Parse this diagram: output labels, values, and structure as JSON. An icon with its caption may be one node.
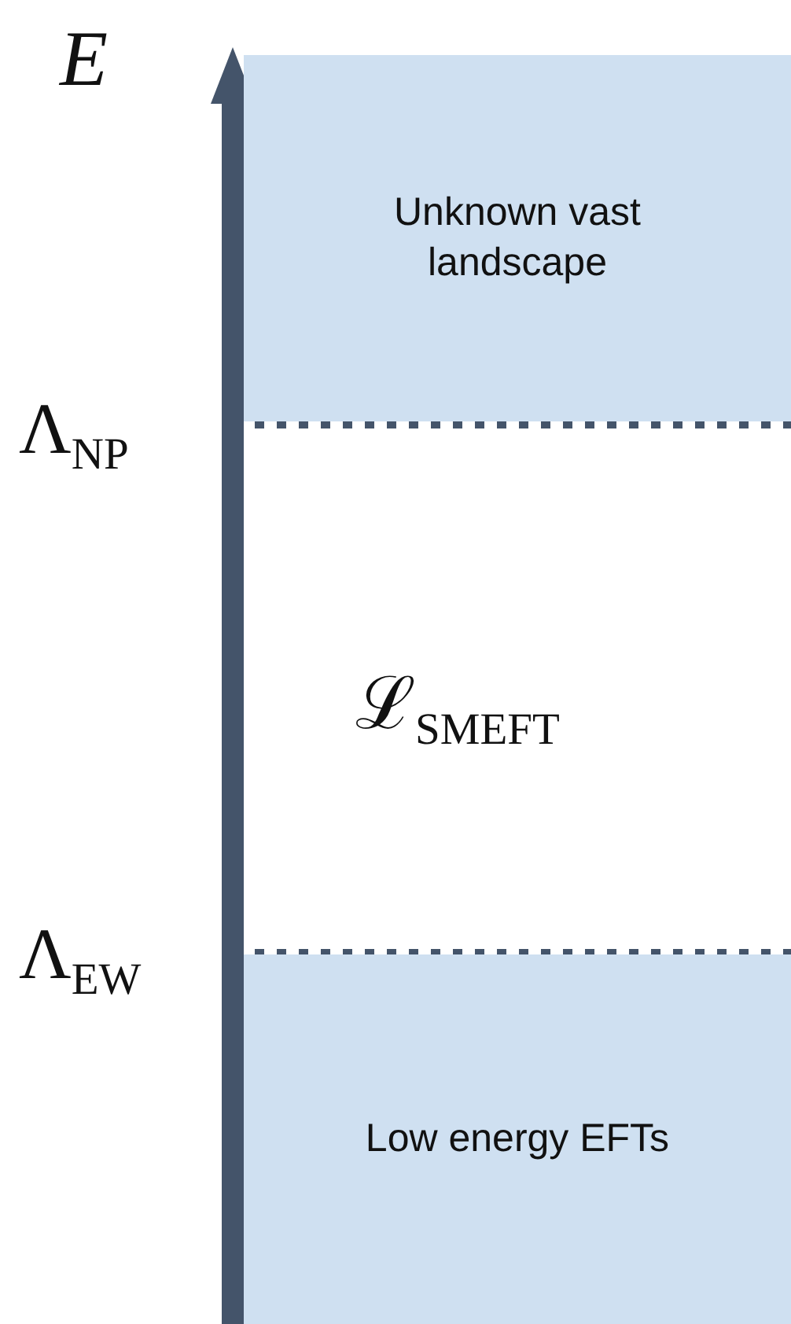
{
  "diagram": {
    "nodes": [
      {
        "text": [
          "Unknown vast landscape"
        ]
      },
      {
        "text": [
          "Low energy EFTs"
        ]
      }
    ],
    "labels": [
      "E",
      "Λ$_{NP}$",
      "ℒ$_{SMEFT}$",
      "Λ$_{EW}$"
    ]
  }
}
